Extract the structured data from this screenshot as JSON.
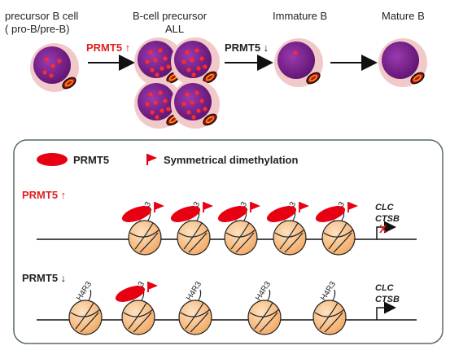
{
  "top": {
    "stages": [
      {
        "line1": "precursor B cell",
        "line2": "( pro-B/pre-B)"
      },
      {
        "line1": "B-cell precursor",
        "line2": "ALL"
      },
      {
        "line1": "Immature B",
        "line2": ""
      },
      {
        "line1": "Mature B",
        "line2": ""
      }
    ],
    "arrow1_label": "PRMT5 ↑",
    "arrow2_label": "PRMT5 ↓"
  },
  "legend": {
    "prmt5": "PRMT5",
    "methylation": "Symmetrical dimethylation"
  },
  "panels": [
    {
      "label": "PRMT5 ↑",
      "histone_mark": "H4R3",
      "genes": [
        "CLC",
        "CTSB"
      ],
      "repressed_mark": "X"
    },
    {
      "label": "PRMT5 ↓",
      "histone_mark": "H4R3",
      "genes": [
        "CLC",
        "CTSB"
      ]
    }
  ],
  "colors": {
    "cell_outer": "#f2c9c9",
    "cell_nucleus": "#7d1e8f",
    "dot_red": "#ff2b2b",
    "prmt5": "#e60012",
    "nucleosome": "#f7c08a",
    "nucleosome_stroke": "#222222",
    "box_stroke": "#5a6a6a"
  }
}
